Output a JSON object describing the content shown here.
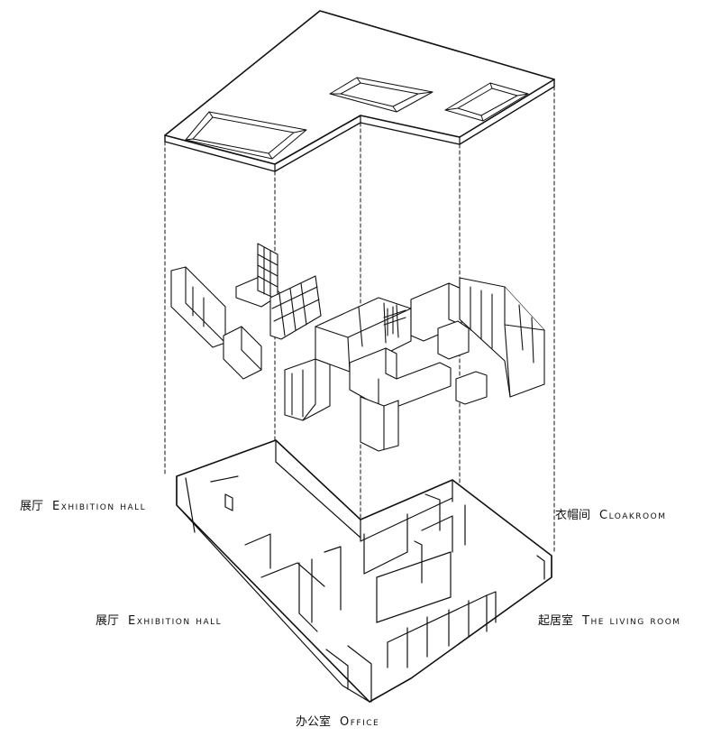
{
  "labels": {
    "exhibition_hall_upper": {
      "zh": "展厅",
      "en": "Exhibition hall"
    },
    "exhibition_hall_lower": {
      "zh": "展厅",
      "en": "Exhibition hall"
    },
    "cloakroom": {
      "zh": "衣帽间",
      "en": "Cloakroom"
    },
    "living_room": {
      "zh": "起居室",
      "en": "The living room"
    },
    "office": {
      "zh": "办公室",
      "en": "Office"
    }
  }
}
